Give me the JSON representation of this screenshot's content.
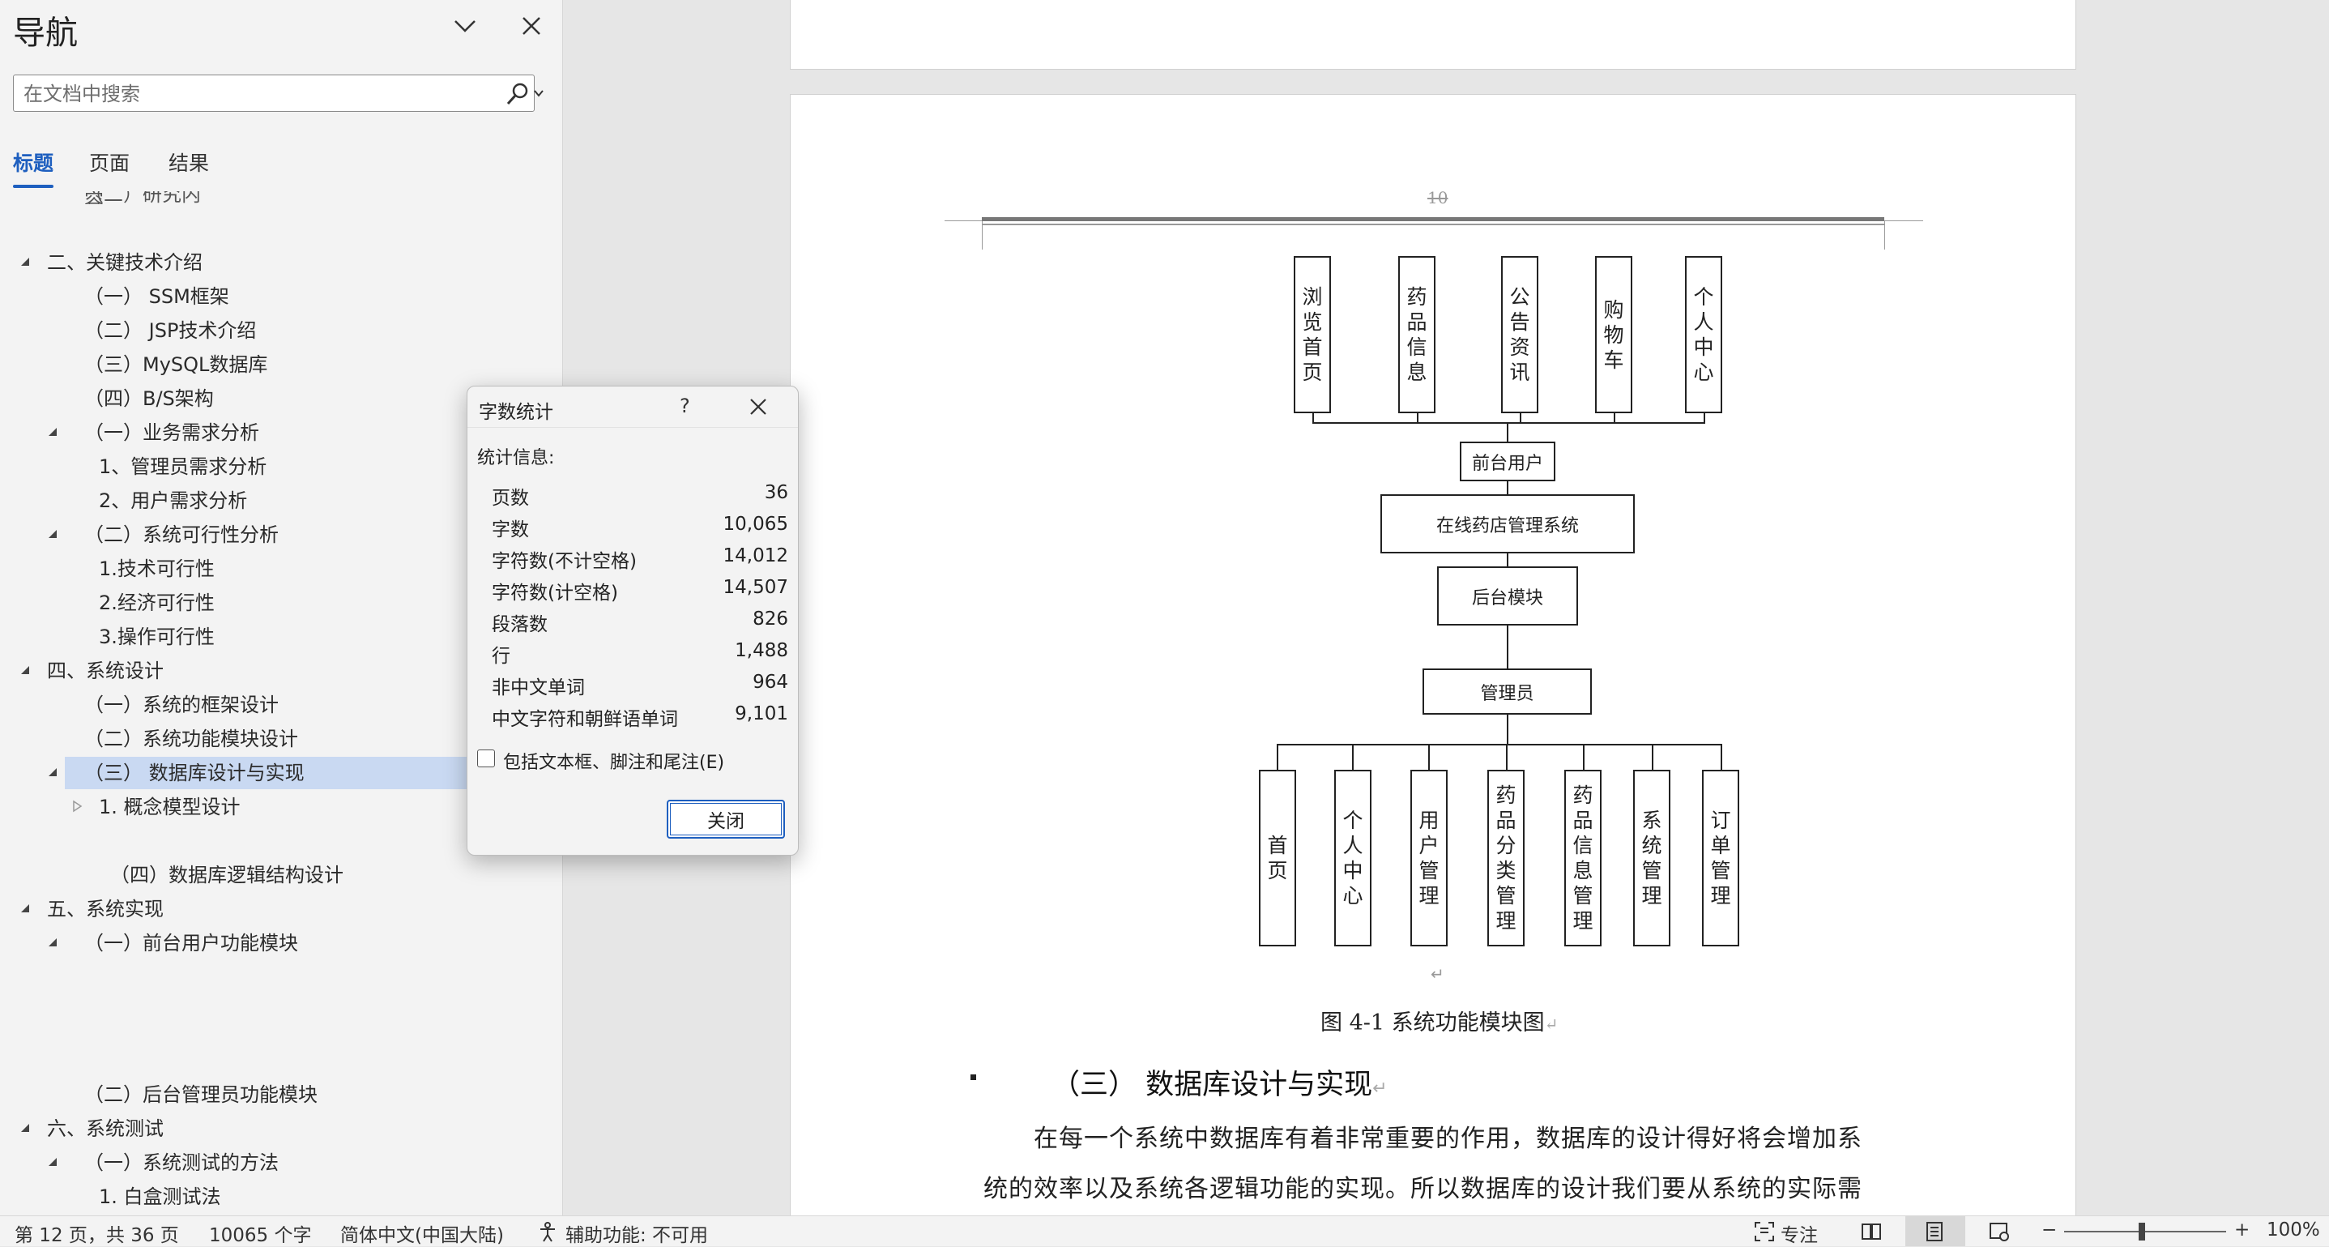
{
  "nav": {
    "title": "导航",
    "search_placeholder": "在文档中搜索",
    "tabs": [
      {
        "label": "标题",
        "active": true
      },
      {
        "label": "页面",
        "active": false
      },
      {
        "label": "结果",
        "active": false
      }
    ],
    "outline_cut_text": "（二）研究内容",
    "outline": [
      {
        "label": "二、关键技术介绍",
        "level": 1,
        "expanded": true
      },
      {
        "label": "（一） SSM框架",
        "level": 2
      },
      {
        "label": "（二） JSP技术介绍",
        "level": 2
      },
      {
        "label": "（三）MySQL数据库",
        "level": 2
      },
      {
        "label": "（四）B/S架构",
        "level": 2
      },
      {
        "label": "（一）业务需求分析",
        "level": 2,
        "expanded": true
      },
      {
        "label": "1、管理员需求分析",
        "level": 3
      },
      {
        "label": "2、用户需求分析",
        "level": 3
      },
      {
        "label": "（二）系统可行性分析",
        "level": 2,
        "expanded": true
      },
      {
        "label": "1.技术可行性",
        "level": 3
      },
      {
        "label": "2.经济可行性",
        "level": 3
      },
      {
        "label": "3.操作可行性",
        "level": 3
      },
      {
        "label": "四、系统设计",
        "level": 1,
        "expanded": true
      },
      {
        "label": "（一）系统的框架设计",
        "level": 2
      },
      {
        "label": "（二）系统功能模块设计",
        "level": 2
      },
      {
        "label": "（三） 数据库设计与实现",
        "level": 2,
        "expanded": true,
        "selected": true
      },
      {
        "label": "1. 概念模型设计",
        "level": 3,
        "collapsed": true
      },
      {
        "label": "（四）数据库逻辑结构设计",
        "level": 3
      },
      {
        "label": "五、系统实现",
        "level": 1,
        "expanded": true
      },
      {
        "label": "（一）前台用户功能模块",
        "level": 2,
        "expanded": true
      },
      {
        "label": "（二）后台管理员功能模块",
        "level": 2
      },
      {
        "label": "六、系统测试",
        "level": 1,
        "expanded": true
      },
      {
        "label": "（一）系统测试的方法",
        "level": 2,
        "expanded": true
      },
      {
        "label": "1. 白盒测试法",
        "level": 3
      }
    ]
  },
  "dialog": {
    "title": "字数统计",
    "help": "?",
    "section_label": "统计信息:",
    "stats": [
      {
        "label": "页数",
        "value": "36"
      },
      {
        "label": "字数",
        "value": "10,065"
      },
      {
        "label": "字符数(不计空格)",
        "value": "14,012"
      },
      {
        "label": "字符数(计空格)",
        "value": "14,507"
      },
      {
        "label": "段落数",
        "value": "826"
      },
      {
        "label": "行",
        "value": "1,488"
      },
      {
        "label": "非中文单词",
        "value": "964"
      },
      {
        "label": "中文字符和朝鲜语单词",
        "value": "9,101"
      }
    ],
    "checkbox_label": "包括文本框、脚注和尾注(E)",
    "checkbox_checked": false,
    "close_button": "关闭"
  },
  "document": {
    "header_page_number": "10",
    "diagram": {
      "top_modules": [
        "浏览首页",
        "药品信息",
        "公告资讯",
        "购物车",
        "个人中心"
      ],
      "front_user": "前台用户",
      "system": "在线药店管理系统",
      "backend": "后台模块",
      "admin": "管理员",
      "bottom_modules": [
        "首页",
        "个人中心",
        "用户管理",
        "药品分类管理",
        "药品信息管理",
        "系统管理",
        "订单管理"
      ]
    },
    "paragraph_mark": "↵",
    "caption": "图 4-1 系统功能模块图",
    "section_heading": "（三） 数据库设计与实现",
    "body_lines": [
      "在每一个系统中数据库有着非常重要的作用，数据库的设计得好将会增加系",
      "统的效率以及系统各逻辑功能的实现。所以数据库的设计我们要从系统的实际需"
    ]
  },
  "status_bar": {
    "page_info": "第 12 页，共 36 页",
    "word_count": "10065 个字",
    "language": "简体中文(中国大陆)",
    "accessibility": "辅助功能: 不可用",
    "focus": "专注",
    "zoom_minus": "−",
    "zoom_plus": "+",
    "zoom": "100%",
    "zoom_level": 1.0
  }
}
